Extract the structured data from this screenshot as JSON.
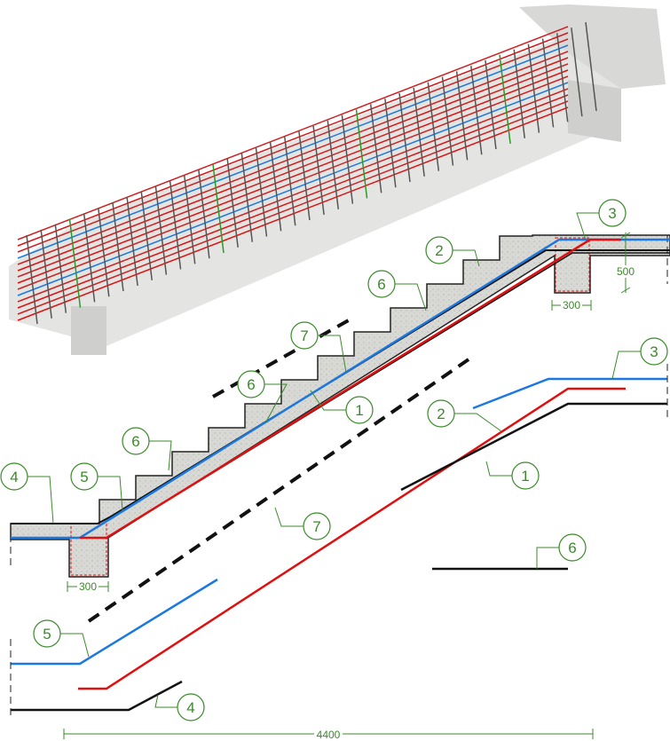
{
  "title": "Stair flight reinforcement scheme",
  "colors": {
    "bar_red": "#e01010",
    "bar_blue": "#1a78e0",
    "bar_black": "#111111",
    "leader": "#3a8a2a",
    "concrete": "#d4d4d0"
  },
  "callouts": [
    {
      "id": "sec-3",
      "text": "3"
    },
    {
      "id": "sec-2",
      "text": "2"
    },
    {
      "id": "sec-6a",
      "text": "6"
    },
    {
      "id": "sec-7",
      "text": "7"
    },
    {
      "id": "sec-1",
      "text": "1"
    },
    {
      "id": "sec-6b",
      "text": "6"
    },
    {
      "id": "sec-6c",
      "text": "6"
    },
    {
      "id": "sec-5",
      "text": "5"
    },
    {
      "id": "sec-4",
      "text": "4"
    },
    {
      "id": "bar-3",
      "text": "3"
    },
    {
      "id": "bar-2",
      "text": "2"
    },
    {
      "id": "bar-1",
      "text": "1"
    },
    {
      "id": "bar-7",
      "text": "7"
    },
    {
      "id": "bar-6",
      "text": "6"
    },
    {
      "id": "bar-5",
      "text": "5"
    },
    {
      "id": "bar-4",
      "text": "4"
    }
  ],
  "dimensions": {
    "upper_beam_height": "500",
    "upper_beam_width": "300",
    "lower_beam_width": "300",
    "total_length": "4400"
  }
}
